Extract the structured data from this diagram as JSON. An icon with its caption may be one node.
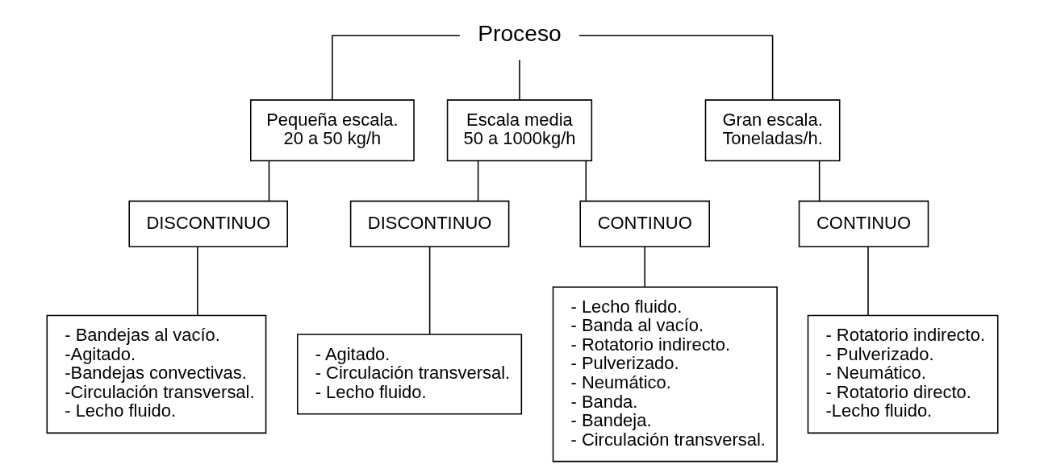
{
  "diagram": {
    "nodes": [
      {
        "text": [
          "Proceso"
        ]
      },
      {
        "text": [
          "Pequeña escala.",
          "20 a 50 kg/h"
        ]
      },
      {
        "text": [
          "Escala media",
          "50 a 1000kg/h"
        ]
      },
      {
        "text": [
          "Gran escala.",
          "Toneladas/h."
        ]
      },
      {
        "text": [
          "DISCONTINUO"
        ]
      },
      {
        "text": [
          "DISCONTINUO"
        ]
      },
      {
        "text": [
          "CONTINUO"
        ]
      },
      {
        "text": [
          "CONTINUO"
        ]
      },
      {
        "text": [
          "- Bandejas al vacío.",
          "-Agitado.",
          "-Bandejas convectivas.",
          "-Circulación transversal.",
          "- Lecho fluido."
        ]
      },
      {
        "text": [
          "- Agitado.",
          "- Circulación transversal.",
          "- Lecho fluido."
        ]
      },
      {
        "text": [
          "- Lecho fluido.",
          "- Banda al vacío.",
          "- Rotatorio indirecto.",
          "- Pulverizado.",
          "- Neumático.",
          "- Banda.",
          "- Bandeja.",
          "- Circulación transversal."
        ]
      },
      {
        "text": [
          "- Rotatorio indirecto.",
          "- Pulverizado.",
          "- Neumático.",
          "- Rotatorio directo.",
          "-Lecho fluido."
        ]
      }
    ],
    "edges": [
      {
        "from": 0,
        "to": 1,
        "arrow": "none"
      },
      {
        "from": 0,
        "to": 2,
        "arrow": "none"
      },
      {
        "from": 0,
        "to": 3,
        "arrow": "none"
      },
      {
        "from": 1,
        "to": 4,
        "arrow": "none"
      },
      {
        "from": 2,
        "to": 5,
        "arrow": "none"
      },
      {
        "from": 2,
        "to": 6,
        "arrow": "none"
      },
      {
        "from": 3,
        "to": 7,
        "arrow": "none"
      },
      {
        "from": 4,
        "to": 8,
        "arrow": "none"
      },
      {
        "from": 5,
        "to": 9,
        "arrow": "none"
      },
      {
        "from": 6,
        "to": 10,
        "arrow": "none"
      },
      {
        "from": 7,
        "to": 11,
        "arrow": "none"
      }
    ]
  }
}
